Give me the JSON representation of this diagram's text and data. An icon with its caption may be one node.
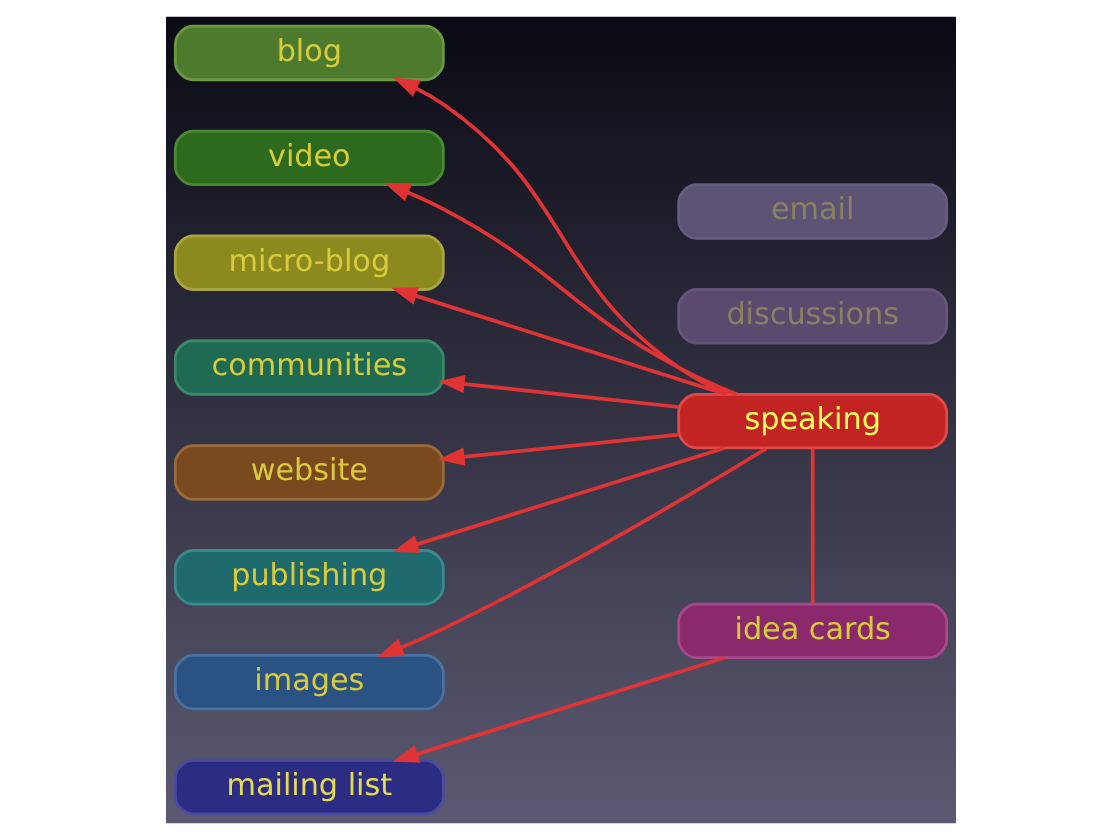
{
  "diagram": {
    "nodes": [
      {
        "text": [
          "blog"
        ]
      },
      {
        "text": [
          "video"
        ]
      },
      {
        "text": [
          "micro-blog"
        ]
      },
      {
        "text": [
          "communities"
        ]
      },
      {
        "text": [
          "website"
        ]
      },
      {
        "text": [
          "publishing"
        ]
      },
      {
        "text": [
          "speaking"
        ]
      },
      {
        "text": [
          "images"
        ]
      },
      {
        "text": [
          "idea cards"
        ]
      },
      {
        "text": [
          "mailing list"
        ]
      },
      {
        "text": [
          "discussions"
        ]
      },
      {
        "text": [
          "email"
        ]
      }
    ],
    "edges": [
      {
        "from": 6,
        "to": 0,
        "arrow": "to"
      },
      {
        "from": 6,
        "to": 1,
        "arrow": "to"
      },
      {
        "from": 6,
        "to": 2,
        "arrow": "to"
      },
      {
        "from": 6,
        "to": 3,
        "arrow": "to"
      },
      {
        "from": 6,
        "to": 4,
        "arrow": "to"
      },
      {
        "from": 6,
        "to": 5,
        "arrow": "to"
      },
      {
        "from": 6,
        "to": 7,
        "arrow": "to"
      },
      {
        "from": 6,
        "to": 8,
        "arrow": "none"
      },
      {
        "from": 8,
        "to": 9,
        "arrow": "to"
      }
    ]
  }
}
